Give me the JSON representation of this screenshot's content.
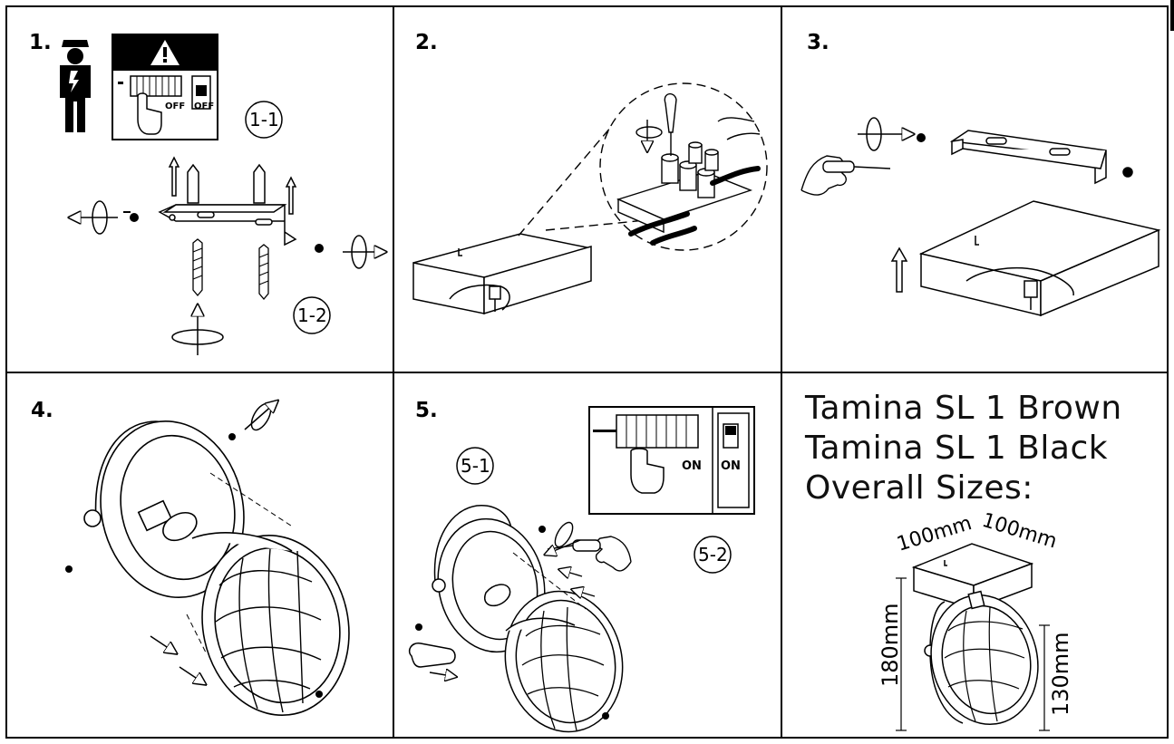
{
  "steps": [
    {
      "number": "1.",
      "callouts": [
        "1-1",
        "1-2"
      ],
      "switch_labels": [
        "OFF",
        "OFF"
      ]
    },
    {
      "number": "2."
    },
    {
      "number": "3."
    },
    {
      "number": "4."
    },
    {
      "number": "5.",
      "callouts": [
        "5-1",
        "5-2"
      ],
      "switch_labels": [
        "ON",
        "ON"
      ]
    }
  ],
  "product": {
    "lines": [
      "Tamina SL 1 Brown",
      "Tamina SL 1 Black",
      "Overall Sizes:"
    ]
  },
  "dimensions": {
    "width_a": "100mm",
    "width_b": "100mm",
    "height_total": "180mm",
    "height_head": "130mm"
  }
}
